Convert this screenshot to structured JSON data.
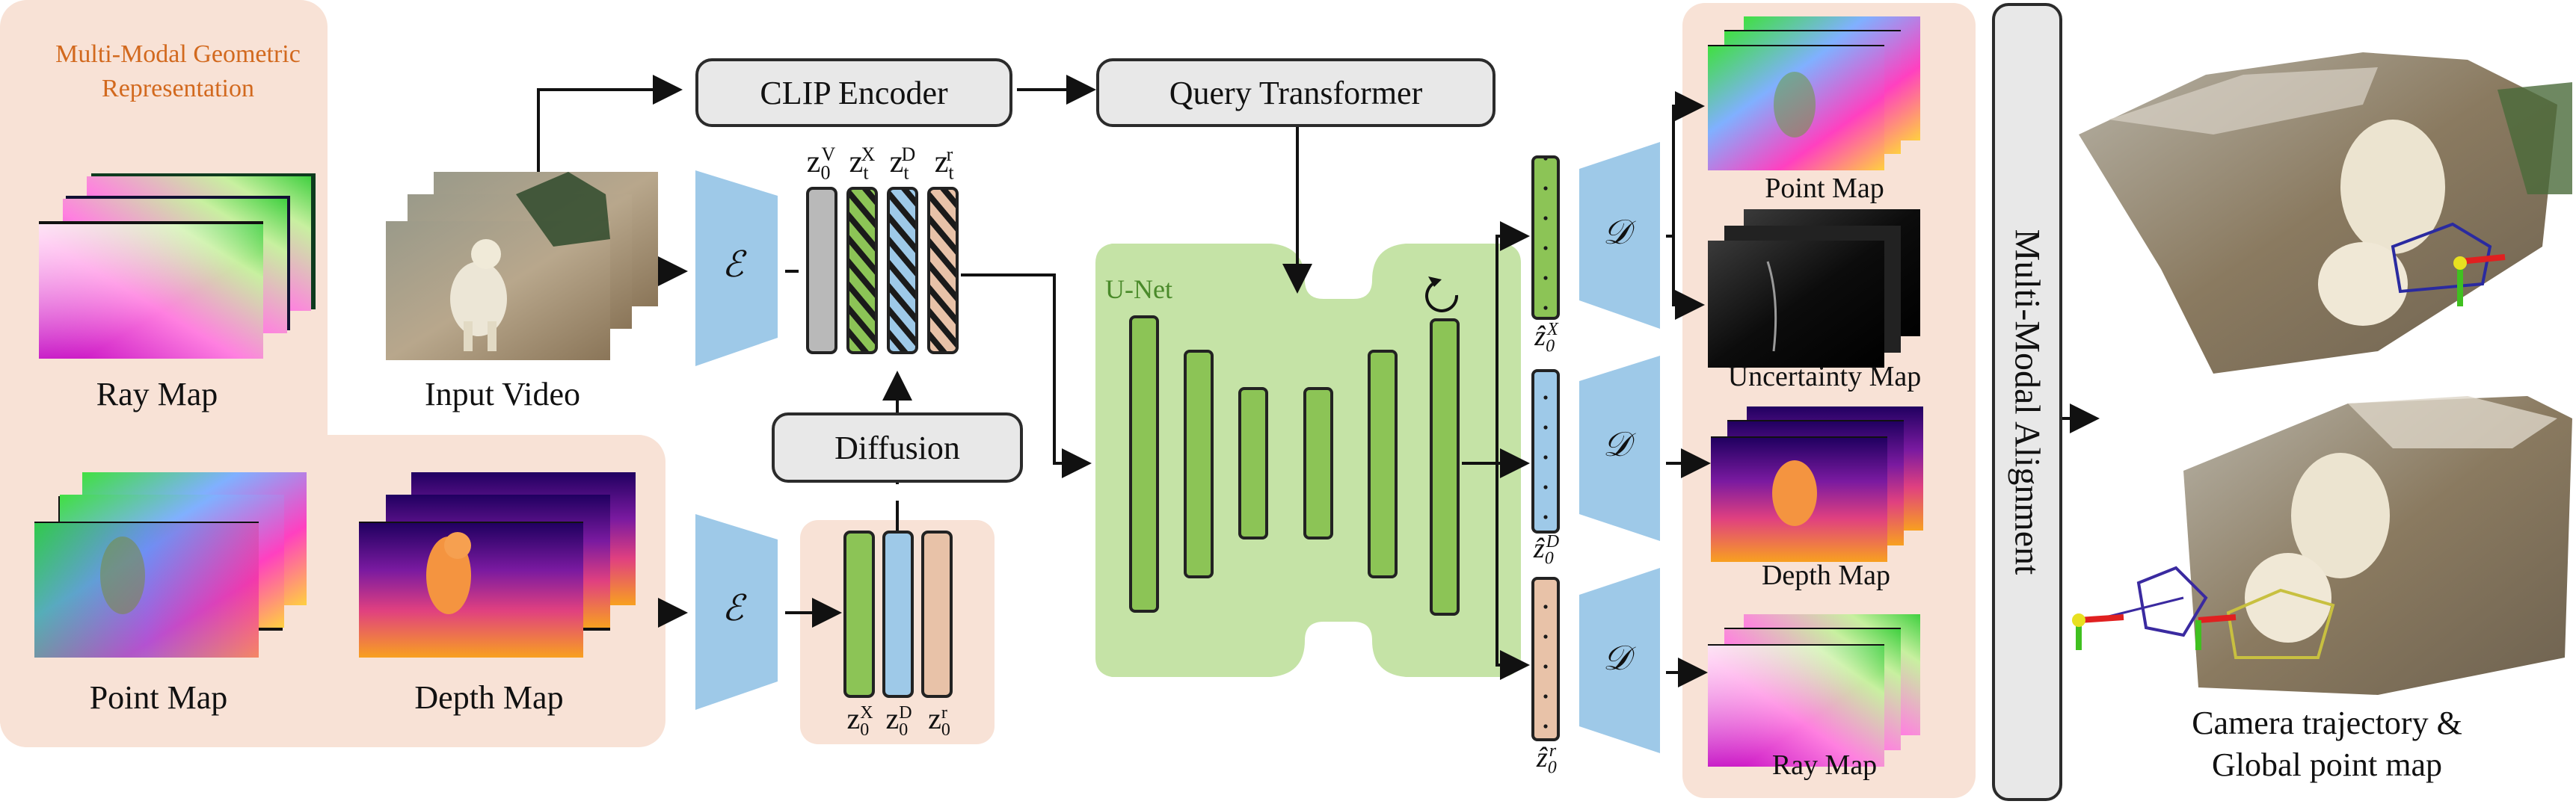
{
  "geom_panel": {
    "title_line1": "Multi-Modal Geometric",
    "title_line2": "Representation",
    "title_color": "#d2691e"
  },
  "inputs": {
    "ray_map": "Ray Map",
    "input_video": "Input Video",
    "point_map": "Point Map",
    "depth_map": "Depth Map"
  },
  "boxes": {
    "clip_encoder": "CLIP Encoder",
    "query_transformer": "Query Transformer",
    "diffusion": "Diffusion",
    "unet": "U-Net"
  },
  "symbols": {
    "encoder": "ℰ",
    "decoder": "𝒟"
  },
  "latents_top": {
    "v": {
      "base": "z",
      "sub": "0",
      "sup": "V"
    },
    "x": {
      "base": "z",
      "sub": "t",
      "sup": "X"
    },
    "d": {
      "base": "z",
      "sub": "t",
      "sup": "D"
    },
    "r": {
      "base": "z",
      "sub": "t",
      "sup": "r"
    }
  },
  "latents_bottom": {
    "x": {
      "base": "z",
      "sub": "0",
      "sup": "X"
    },
    "d": {
      "base": "z",
      "sub": "0",
      "sup": "D"
    },
    "r": {
      "base": "z",
      "sub": "0",
      "sup": "r"
    }
  },
  "predicted": {
    "x": {
      "base": "ẑ",
      "sub": "0",
      "sup": "X"
    },
    "d": {
      "base": "ẑ",
      "sub": "0",
      "sup": "D"
    },
    "r": {
      "base": "ẑ",
      "sub": "0",
      "sup": "r"
    }
  },
  "outputs": {
    "point_map": "Point Map",
    "uncertainty_map": "Uncertainty Map",
    "depth_map": "Depth Map",
    "ray_map": "Ray Map"
  },
  "alignment": "Multi-Modal Alignment",
  "result": {
    "line1": "Camera trajectory &",
    "line2": "Global point map"
  },
  "colors": {
    "panel": "#f8e2d6",
    "encoder": "#9ec9e8",
    "unet": "#c5e3a6",
    "green_latent": "#8cc456",
    "blue_latent": "#9ec9e8",
    "peach_latent": "#e8c2a8",
    "gray_latent": "#b9b9b9"
  }
}
